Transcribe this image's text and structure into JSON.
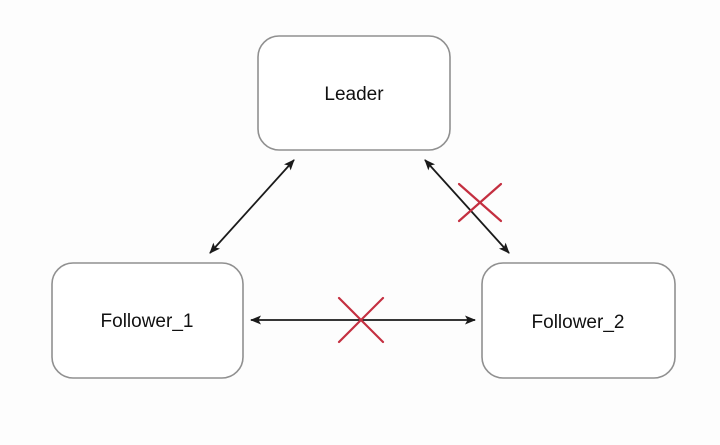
{
  "diagram": {
    "nodes": [
      {
        "id": "leader",
        "label": "Leader"
      },
      {
        "id": "follower_1",
        "label": "Follower_1"
      },
      {
        "id": "follower_2",
        "label": "Follower_2"
      }
    ],
    "edges": [
      {
        "from": "Leader",
        "to": "Follower_1",
        "bidirectional": true,
        "crossed_out": false
      },
      {
        "from": "Leader",
        "to": "Follower_2",
        "bidirectional": true,
        "crossed_out": true
      },
      {
        "from": "Follower_1",
        "to": "Follower_2",
        "bidirectional": true,
        "crossed_out": true
      }
    ],
    "colors": {
      "background": "#fdfdfd",
      "node_fill": "#ffffff",
      "node_border": "#909090",
      "label": "#111111",
      "edge": "#1a1a1a",
      "cross": "#c42f40"
    }
  }
}
